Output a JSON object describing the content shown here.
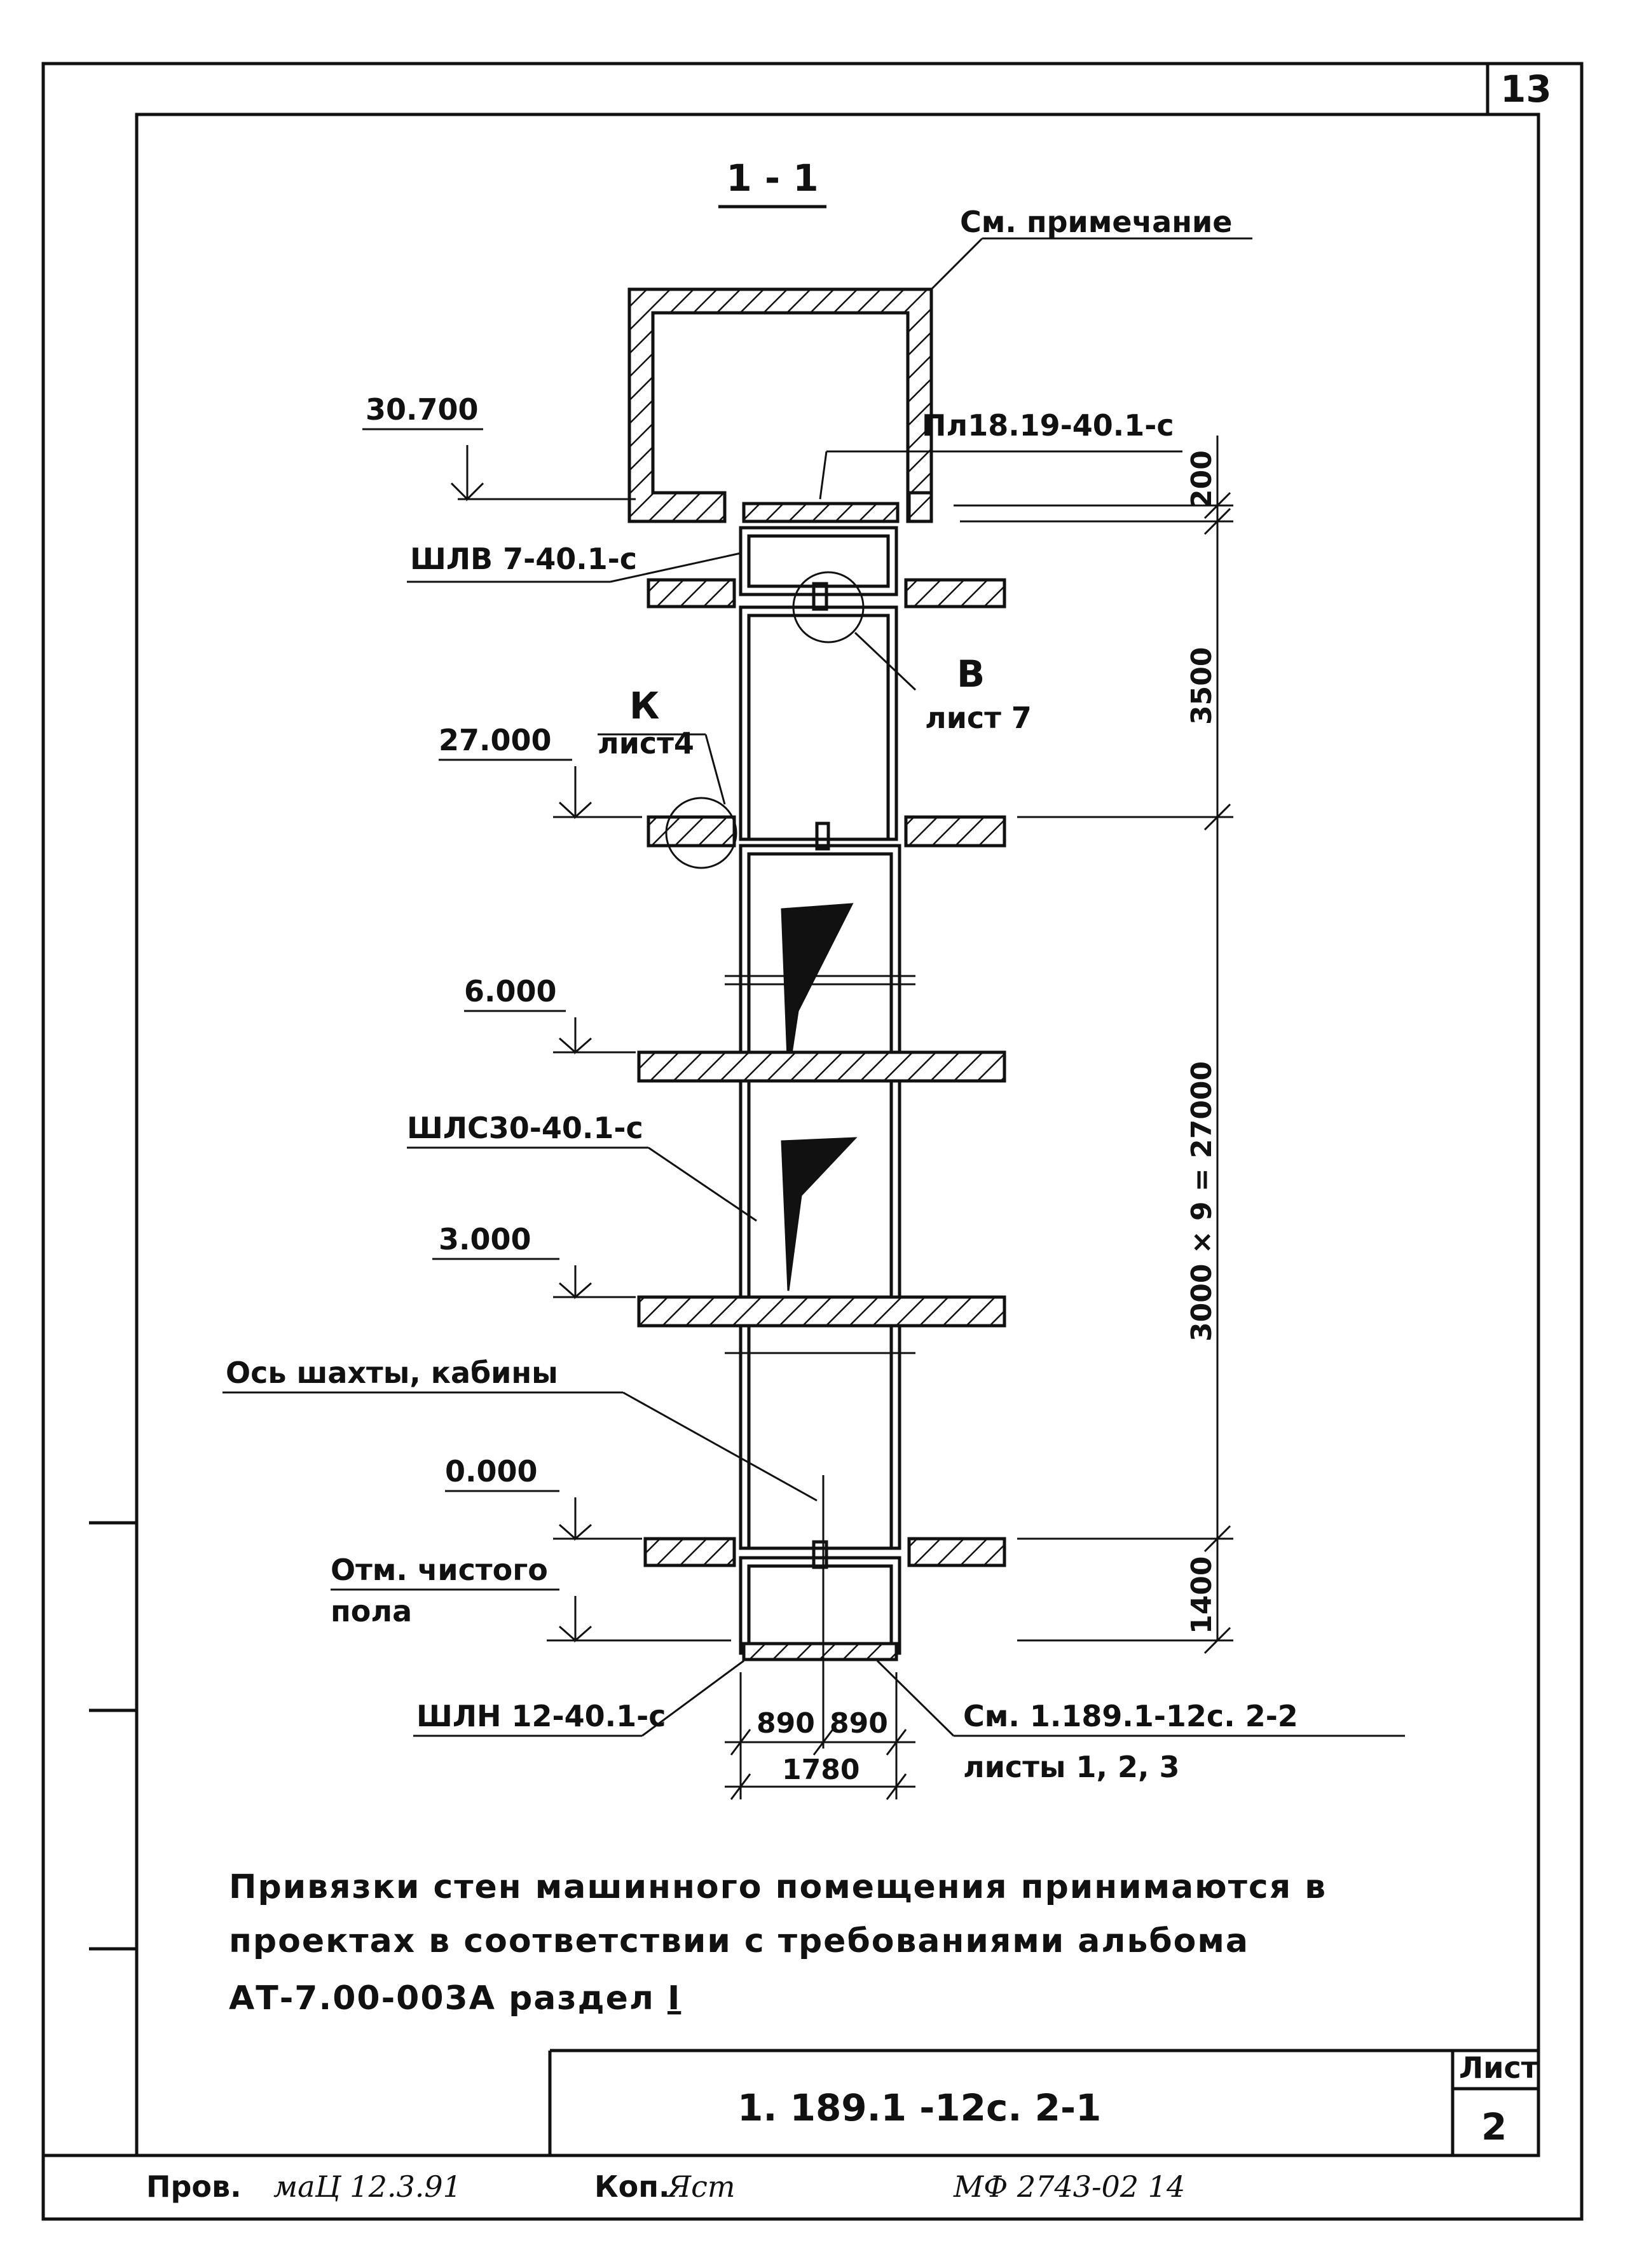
{
  "sheet_corner_number": "13",
  "section": {
    "title": "1 - 1"
  },
  "callouts": {
    "see_note": "См. примечание",
    "plate": "Пл18.19-40.1-с",
    "shlv": "ШЛВ 7-40.1-с",
    "shls": "ШЛС30-40.1-с",
    "shln": "ШЛН 12-40.1-с",
    "axis": "Ось шахты, кабины",
    "floor_line1": "Отм. чистого",
    "floor_line2": "пола",
    "node_b": "В",
    "node_b_sheet": "лист 7",
    "node_k": "К",
    "node_k_sheet": "лист4",
    "ref_line1": "См. 1.189.1-12с. 2-2",
    "ref_line2": "листы   1, 2, 3"
  },
  "elevations": [
    "30.700",
    "27.000",
    "6.000",
    "3.000",
    "0.000"
  ],
  "dimensions": {
    "top": "200",
    "upper": "3500",
    "middle": "3000 × 9 = 27000",
    "bottom": "1400",
    "half_left": "890",
    "half_right": "890",
    "total_width": "1780"
  },
  "note": {
    "line1": "Привязки стен машинного  помещения  принимаются  в",
    "line2": "проектах  в  соответствии  с  требованиями  альбома",
    "line3": "АТ-7.00-003А раздел"
  },
  "note_section_roman": "I",
  "title_block": {
    "code": "1. 189.1 -12с. 2-1",
    "sheet_label": "Лист",
    "sheet_no": "2"
  },
  "footer": {
    "checked_label": "Пров.",
    "signature": "маЦ 12.3.91",
    "copy_label": "Коп.",
    "copy_sig": "Яст",
    "archive_no": "МФ 2743-02  14"
  }
}
